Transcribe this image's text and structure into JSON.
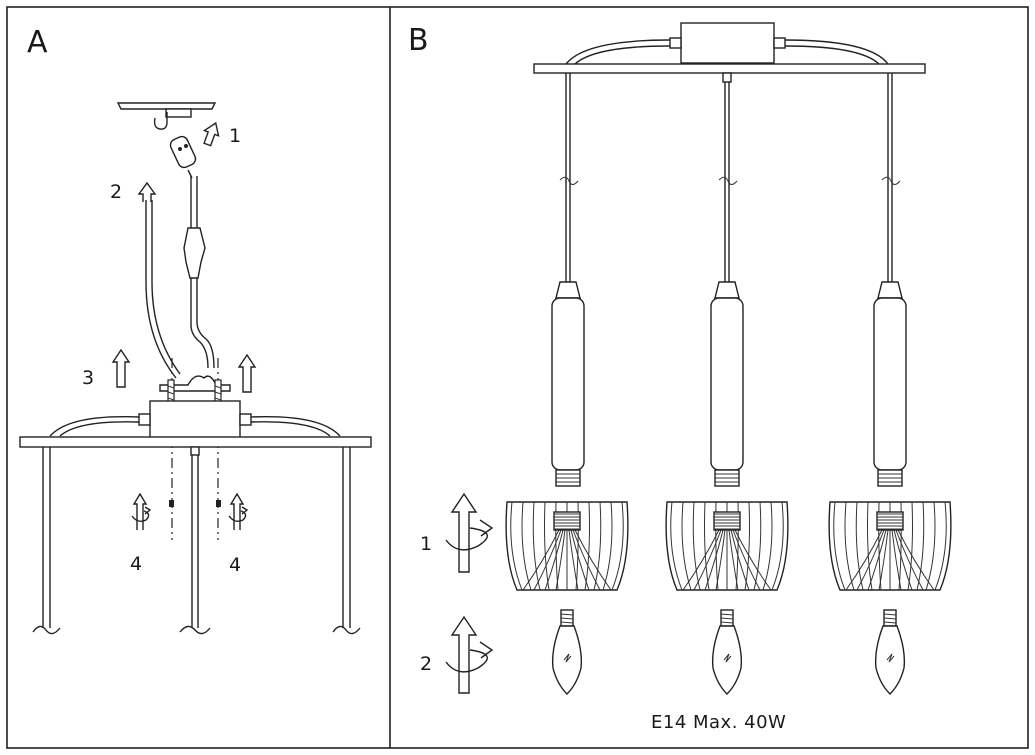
{
  "panels": [
    {
      "label": "A",
      "steps": [
        "1",
        "2",
        "3",
        "4",
        "4"
      ]
    },
    {
      "label": "B",
      "steps": [
        "1",
        "2"
      ],
      "spec": "E14 Max. 40W"
    }
  ],
  "colors": {
    "line": "#222222",
    "background": "#ffffff"
  },
  "icons": [
    "up-arrow-icon",
    "twist-arrow-icon",
    "bulb-icon",
    "ceiling-hook-icon",
    "plug-icon"
  ]
}
